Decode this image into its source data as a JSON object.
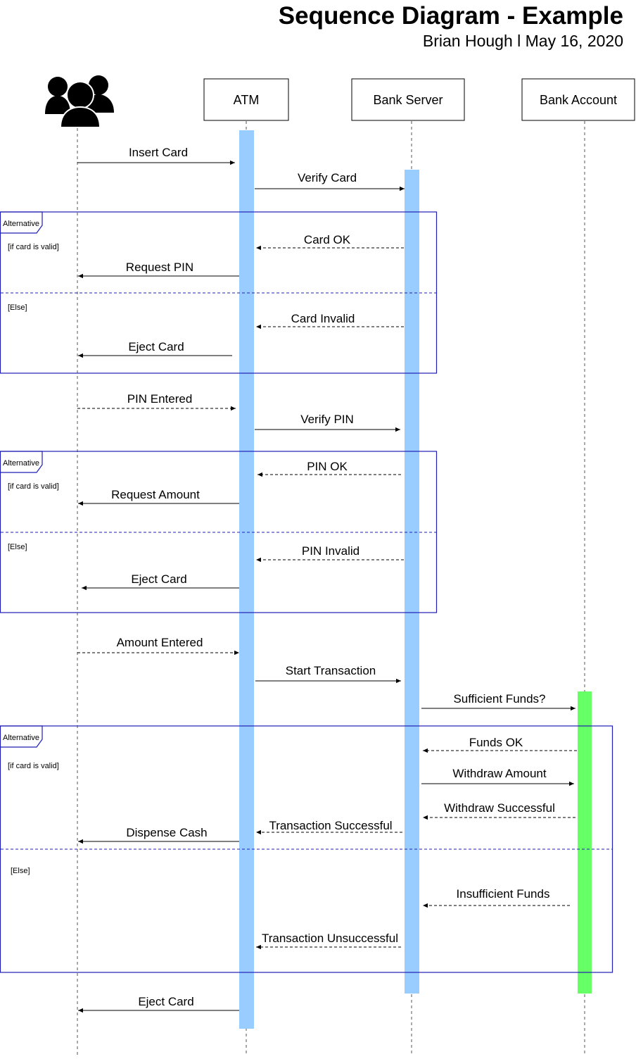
{
  "header": {
    "title": "Sequence Diagram - Example",
    "subtitle": "Brian Hough  l  May 16, 2020"
  },
  "colors": {
    "atm_activation": "#99ccff",
    "bank_server_activation": "#99ccff",
    "bank_account_activation": "#66ff66",
    "frame_border": "#1f1fb4",
    "actor_icon": "#000000"
  },
  "actor": {
    "icon": "users-icon"
  },
  "participants": [
    {
      "id": "atm",
      "label": "ATM"
    },
    {
      "id": "bank_server",
      "label": "Bank Server"
    },
    {
      "id": "bank_account",
      "label": "Bank Account"
    }
  ],
  "frames": [
    {
      "tag": "Alternative",
      "guard_true": "[if card is valid]",
      "guard_else": "[Else]"
    },
    {
      "tag": "Alternative",
      "guard_true": "[if card is valid]",
      "guard_else": "[Else]"
    },
    {
      "tag": "Alternative",
      "guard_true": "[if card is valid]",
      "guard_else": "[Else]"
    }
  ],
  "messages": [
    {
      "label": "Insert Card",
      "from": "user",
      "to": "atm",
      "style": "solid"
    },
    {
      "label": "Verify Card",
      "from": "atm",
      "to": "bank_server",
      "style": "solid"
    },
    {
      "label": "Card OK",
      "from": "bank_server",
      "to": "atm",
      "style": "dashed"
    },
    {
      "label": "Request PIN",
      "from": "atm",
      "to": "user",
      "style": "solid"
    },
    {
      "label": "Card Invalid",
      "from": "bank_server",
      "to": "atm",
      "style": "dashed"
    },
    {
      "label": "Eject Card",
      "from": "atm",
      "to": "user",
      "style": "solid"
    },
    {
      "label": "PIN Entered",
      "from": "user",
      "to": "atm",
      "style": "dashed"
    },
    {
      "label": "Verify PIN",
      "from": "atm",
      "to": "bank_server",
      "style": "solid"
    },
    {
      "label": "PIN OK",
      "from": "bank_server",
      "to": "atm",
      "style": "dashed"
    },
    {
      "label": "Request Amount",
      "from": "atm",
      "to": "user",
      "style": "solid"
    },
    {
      "label": "PIN Invalid",
      "from": "bank_server",
      "to": "atm",
      "style": "dashed"
    },
    {
      "label": "Eject Card",
      "from": "atm",
      "to": "user",
      "style": "solid"
    },
    {
      "label": "Amount Entered",
      "from": "user",
      "to": "atm",
      "style": "dashed"
    },
    {
      "label": "Start Transaction",
      "from": "atm",
      "to": "bank_server",
      "style": "solid"
    },
    {
      "label": "Sufficient Funds?",
      "from": "bank_server",
      "to": "bank_account",
      "style": "solid"
    },
    {
      "label": "Funds OK",
      "from": "bank_account",
      "to": "bank_server",
      "style": "dashed"
    },
    {
      "label": "Withdraw Amount",
      "from": "bank_server",
      "to": "bank_account",
      "style": "solid"
    },
    {
      "label": "Withdraw Successful",
      "from": "bank_account",
      "to": "bank_server",
      "style": "dashed"
    },
    {
      "label": "Transaction Successful",
      "from": "bank_server",
      "to": "atm",
      "style": "dashed"
    },
    {
      "label": "Dispense Cash",
      "from": "atm",
      "to": "user",
      "style": "solid"
    },
    {
      "label": "Insufficient Funds",
      "from": "bank_account",
      "to": "bank_server",
      "style": "dashed"
    },
    {
      "label": "Transaction Unsuccessful",
      "from": "bank_server",
      "to": "atm",
      "style": "dashed"
    },
    {
      "label": "Eject Card",
      "from": "atm",
      "to": "user",
      "style": "solid"
    }
  ]
}
